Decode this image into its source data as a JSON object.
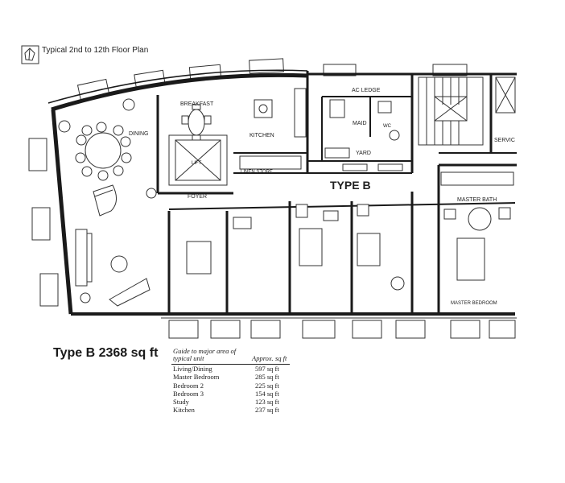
{
  "plan": {
    "title": "Typical 2nd to 12th Floor Plan",
    "unit_label": "TYPE B",
    "rooms": {
      "breakfast": "BREAKFAST",
      "dining": "DINING",
      "kitchen": "KITCHEN",
      "ac_ledge": "AC LEDGE",
      "maid": "MAID",
      "wc": "WC",
      "yard": "YARD",
      "lift": "LIFT",
      "linen_store": "LINEN STORE",
      "foyer": "FOYER",
      "master_bath": "MASTER BATH",
      "service": "SERVIC",
      "master_bedroom": "MASTER BEDROOM"
    }
  },
  "summary": {
    "title": "Type B  2368 sq ft",
    "header_room": "Guide to major area of typical unit",
    "header_area": "Approx. sq ft",
    "rows": [
      {
        "room": "Living/Dining",
        "area": "597 sq ft"
      },
      {
        "room": "Master Bedroom",
        "area": "285 sq ft"
      },
      {
        "room": "Bedroom 2",
        "area": "225 sq ft"
      },
      {
        "room": "Bedroom 3",
        "area": "154 sq ft"
      },
      {
        "room": "Study",
        "area": "123 sq ft"
      },
      {
        "room": "Kitchen",
        "area": "237 sq ft"
      }
    ]
  }
}
